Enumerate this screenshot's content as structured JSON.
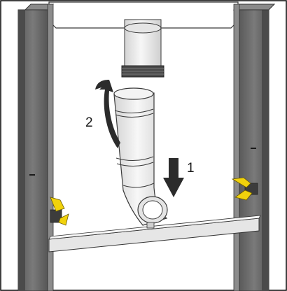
{
  "illustration": {
    "steps": [
      {
        "number": "1",
        "action": "push-down-arrow"
      },
      {
        "number": "2",
        "action": "swing-back-arrow"
      }
    ],
    "colors": {
      "frame": "#6f6f6f",
      "frame_dark": "#4f4f4f",
      "pipe": "#ececec",
      "pipe_outline": "#3a3a3a",
      "wing_nut": "#f1d20c",
      "bar": "#e8e8e8",
      "arrow": "#2b2b2b"
    },
    "icons": [
      "left-wing-nut-icon",
      "right-wing-nut-icon",
      "down-arrow-icon",
      "curved-arrow-icon"
    ]
  }
}
